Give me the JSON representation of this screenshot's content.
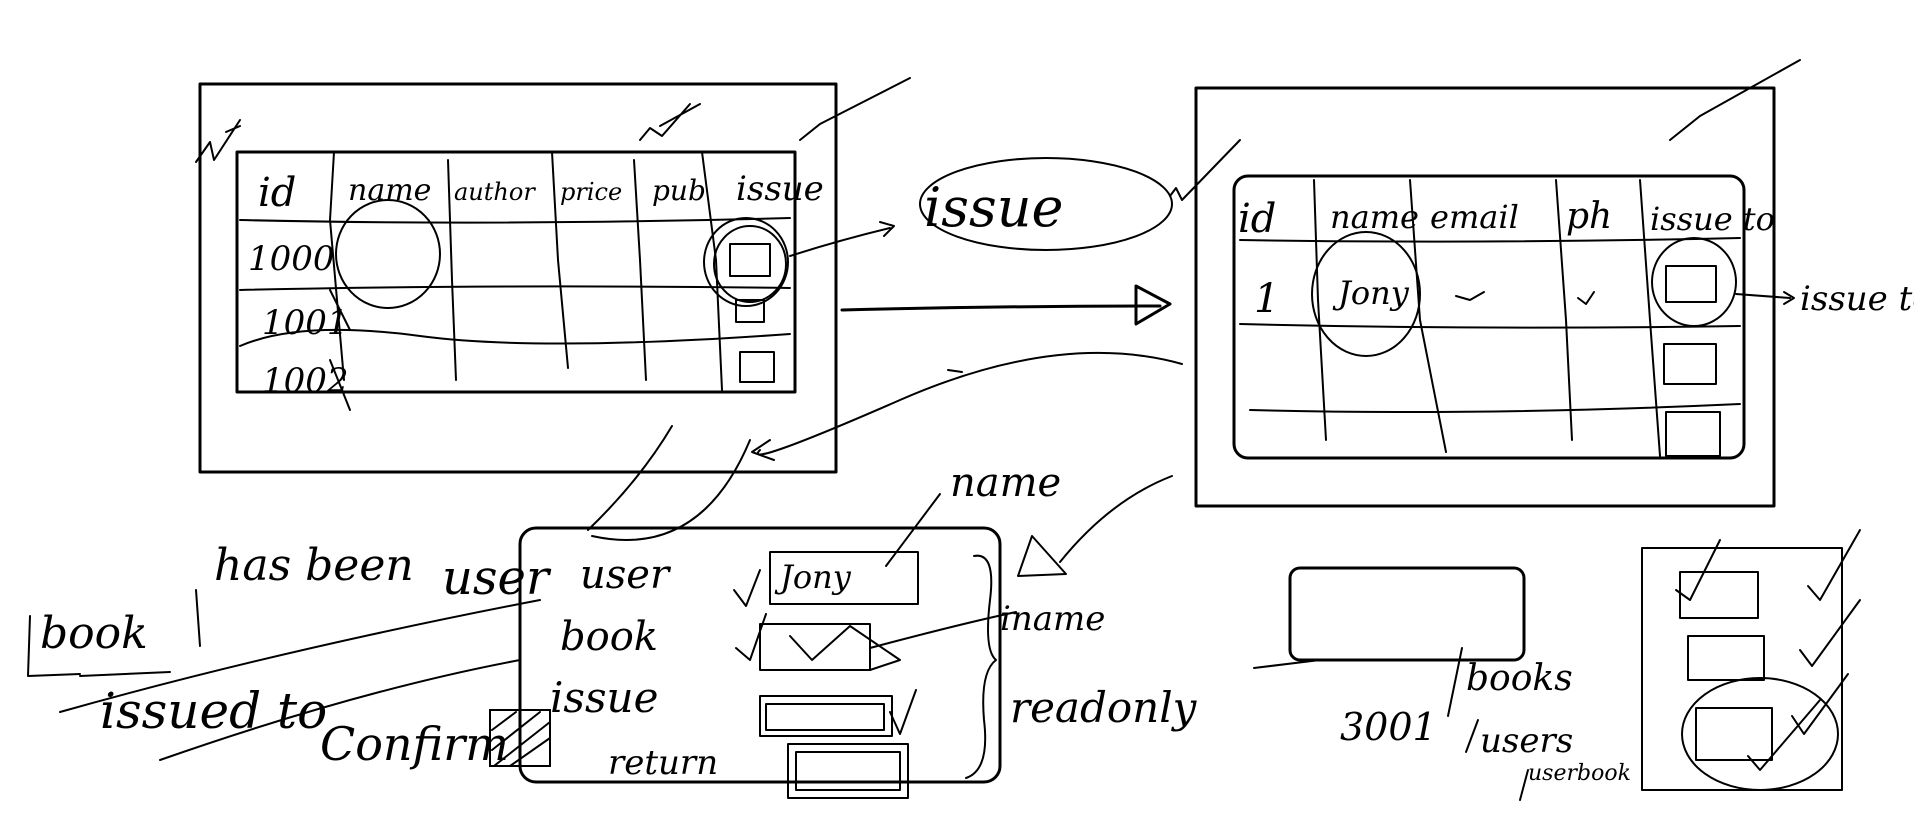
{
  "screen1": {
    "headers": [
      "id",
      "name",
      "author",
      "price",
      "pub",
      "issue"
    ],
    "rows": [
      "1000",
      "1001",
      "1002"
    ]
  },
  "arrow_label": "issue",
  "screen2": {
    "headers": [
      "id",
      "name",
      "email",
      "ph",
      "issue to"
    ],
    "row": [
      "1",
      "Jony"
    ],
    "side_note": "issue to"
  },
  "book_note": [
    "book",
    "has been",
    "issued to",
    "user"
  ],
  "dialog": {
    "labels": [
      "user",
      "book",
      "issue",
      "return"
    ],
    "user_value": "Jony",
    "annotation_name": "name",
    "annotation_iname": "iname",
    "annotation_readonly": "readonly",
    "confirm": "Confirm"
  },
  "lower_right": {
    "count": "3001",
    "menu": [
      "books",
      "users",
      "userbook"
    ]
  },
  "colors": {
    "ink": "#000000",
    "background": "#ffffff"
  }
}
